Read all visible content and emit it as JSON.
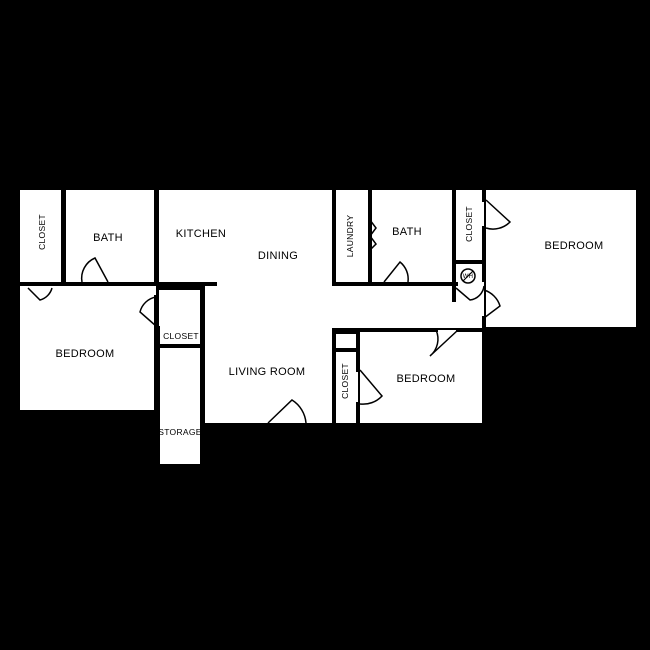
{
  "floorplan": {
    "rooms": {
      "closet_bed1": "CLOSET",
      "bath_left": "BATH",
      "kitchen": "KITCHEN",
      "dining": "DINING",
      "laundry": "LAUNDRY",
      "bath_right": "BATH",
      "closet_bed3": "CLOSET",
      "bedroom_right": "BEDROOM",
      "bedroom_left": "BEDROOM",
      "closet_hall": "CLOSET",
      "living_room": "LIVING ROOM",
      "closet_bed2": "CLOSET",
      "bedroom_middle": "BEDROOM",
      "storage": "STORAGE"
    },
    "water_heater_symbol": "WH"
  }
}
